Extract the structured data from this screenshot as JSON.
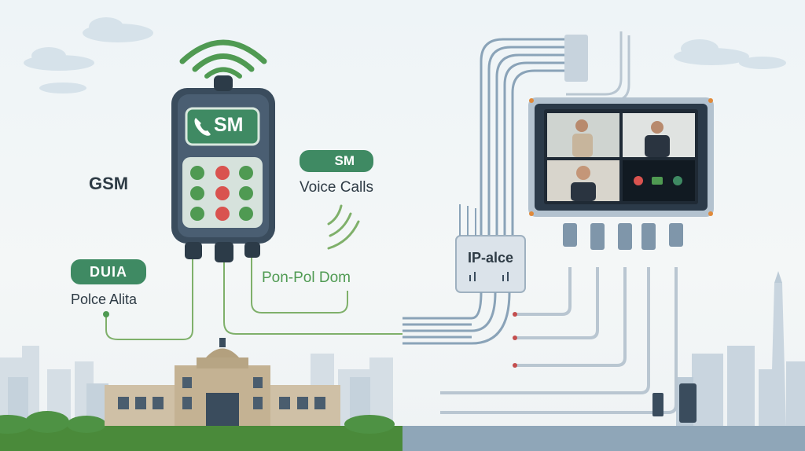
{
  "colors": {
    "phone_body": "#3a4c5d",
    "phone_screen": "#3f8a63",
    "key_green": "#4f9a52",
    "key_red": "#d9534f",
    "wire_green": "#7fb06a",
    "wire_blue": "#8aa3b8",
    "cable_light": "#b9c6d1",
    "grass": "#4a8a3a",
    "building": "#c9b9a0"
  },
  "left": {
    "gsm_label": "GSM",
    "phone_screen_label": "SM",
    "duia_pill": "DUIA",
    "police_label": "Polce Alita",
    "pon_label": "Pon-Pol Dom",
    "gsm_pill": "SM",
    "voice_calls_label": "Voice Calls"
  },
  "right": {
    "ip_box_label": "IP-alce"
  },
  "icons": [
    "phone-icon",
    "wifi-signal-icon",
    "signal-waves-icon",
    "wifi-small-icon",
    "mic-mute-icon",
    "camera-icon",
    "end-call-icon"
  ]
}
